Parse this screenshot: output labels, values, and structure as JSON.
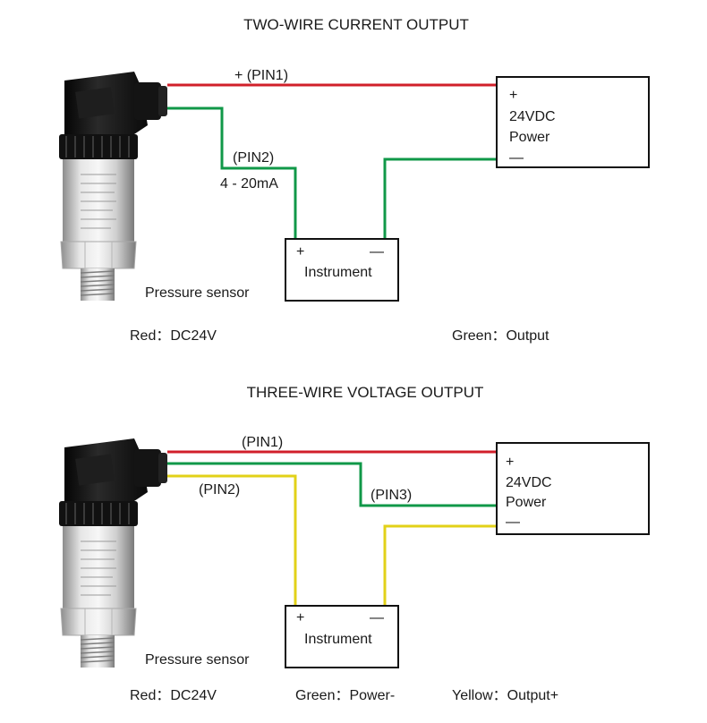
{
  "colors": {
    "red": "#d11f2a",
    "green": "#109848",
    "yellow": "#e2d118",
    "box_stroke": "#111111"
  },
  "icons": [
    "pressure-sensor-icon"
  ],
  "top": {
    "title": "TWO-WIRE CURRENT OUTPUT",
    "pin1": "+ (PIN1)",
    "pin2": "(PIN2)",
    "signal": "4 - 20mA",
    "power": {
      "plus": "+",
      "line1": "24VDC",
      "line2": "Power",
      "minus": "—"
    },
    "instrument": {
      "plus": "+",
      "minus": "—",
      "label": "Instrument"
    },
    "sensor_label": "Pressure sensor",
    "legend": {
      "red": "Red：DC24V",
      "green": "Green：Output"
    }
  },
  "bottom": {
    "title": "THREE-WIRE VOLTAGE OUTPUT",
    "pin1": "(PIN1)",
    "pin2": "(PIN2)",
    "pin3": "(PIN3)",
    "power": {
      "plus": "+",
      "line1": "24VDC",
      "line2": "Power",
      "minus": "—"
    },
    "instrument": {
      "plus": "+",
      "minus": "—",
      "label": "Instrument"
    },
    "sensor_label": "Pressure sensor",
    "legend": {
      "red": "Red：DC24V",
      "green": "Green：Power-",
      "yellow": "Yellow：Output+"
    }
  }
}
